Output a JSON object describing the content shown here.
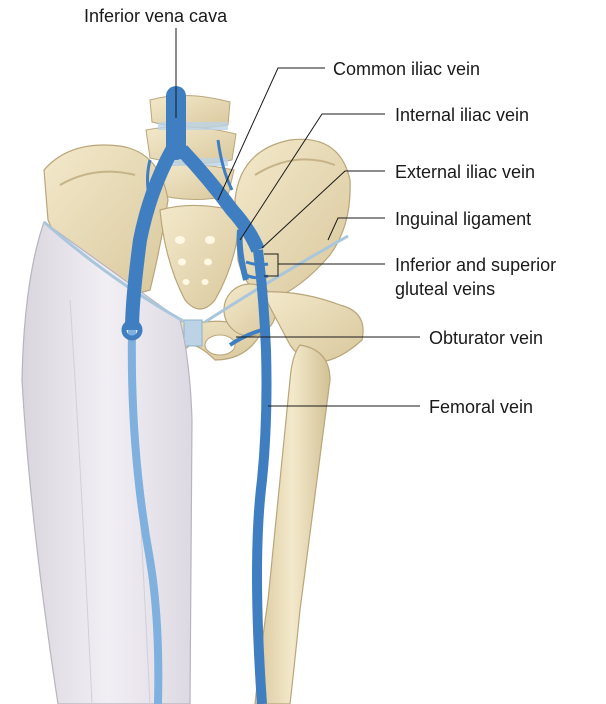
{
  "labels": {
    "inferior_vena_cava": "Inferior vena cava",
    "common_iliac_vein": "Common iliac vein",
    "internal_iliac_vein": "Internal iliac vein",
    "external_iliac_vein": "External iliac vein",
    "inguinal_ligament": "Inguinal ligament",
    "gluteal_veins_line1": "Inferior and superior",
    "gluteal_veins_line2": "gluteal veins",
    "obturator_vein": "Obturator vein",
    "femoral_vein": "Femoral vein"
  },
  "colors": {
    "bone": "#ece0bd",
    "bone_shade": "#d2c196",
    "vein": "#3f7fc1",
    "vein_light": "#7fb0de",
    "muscle": "#e9e6ec",
    "ligament": "#a9c6dc",
    "leader_line": "#1a1a1a"
  }
}
